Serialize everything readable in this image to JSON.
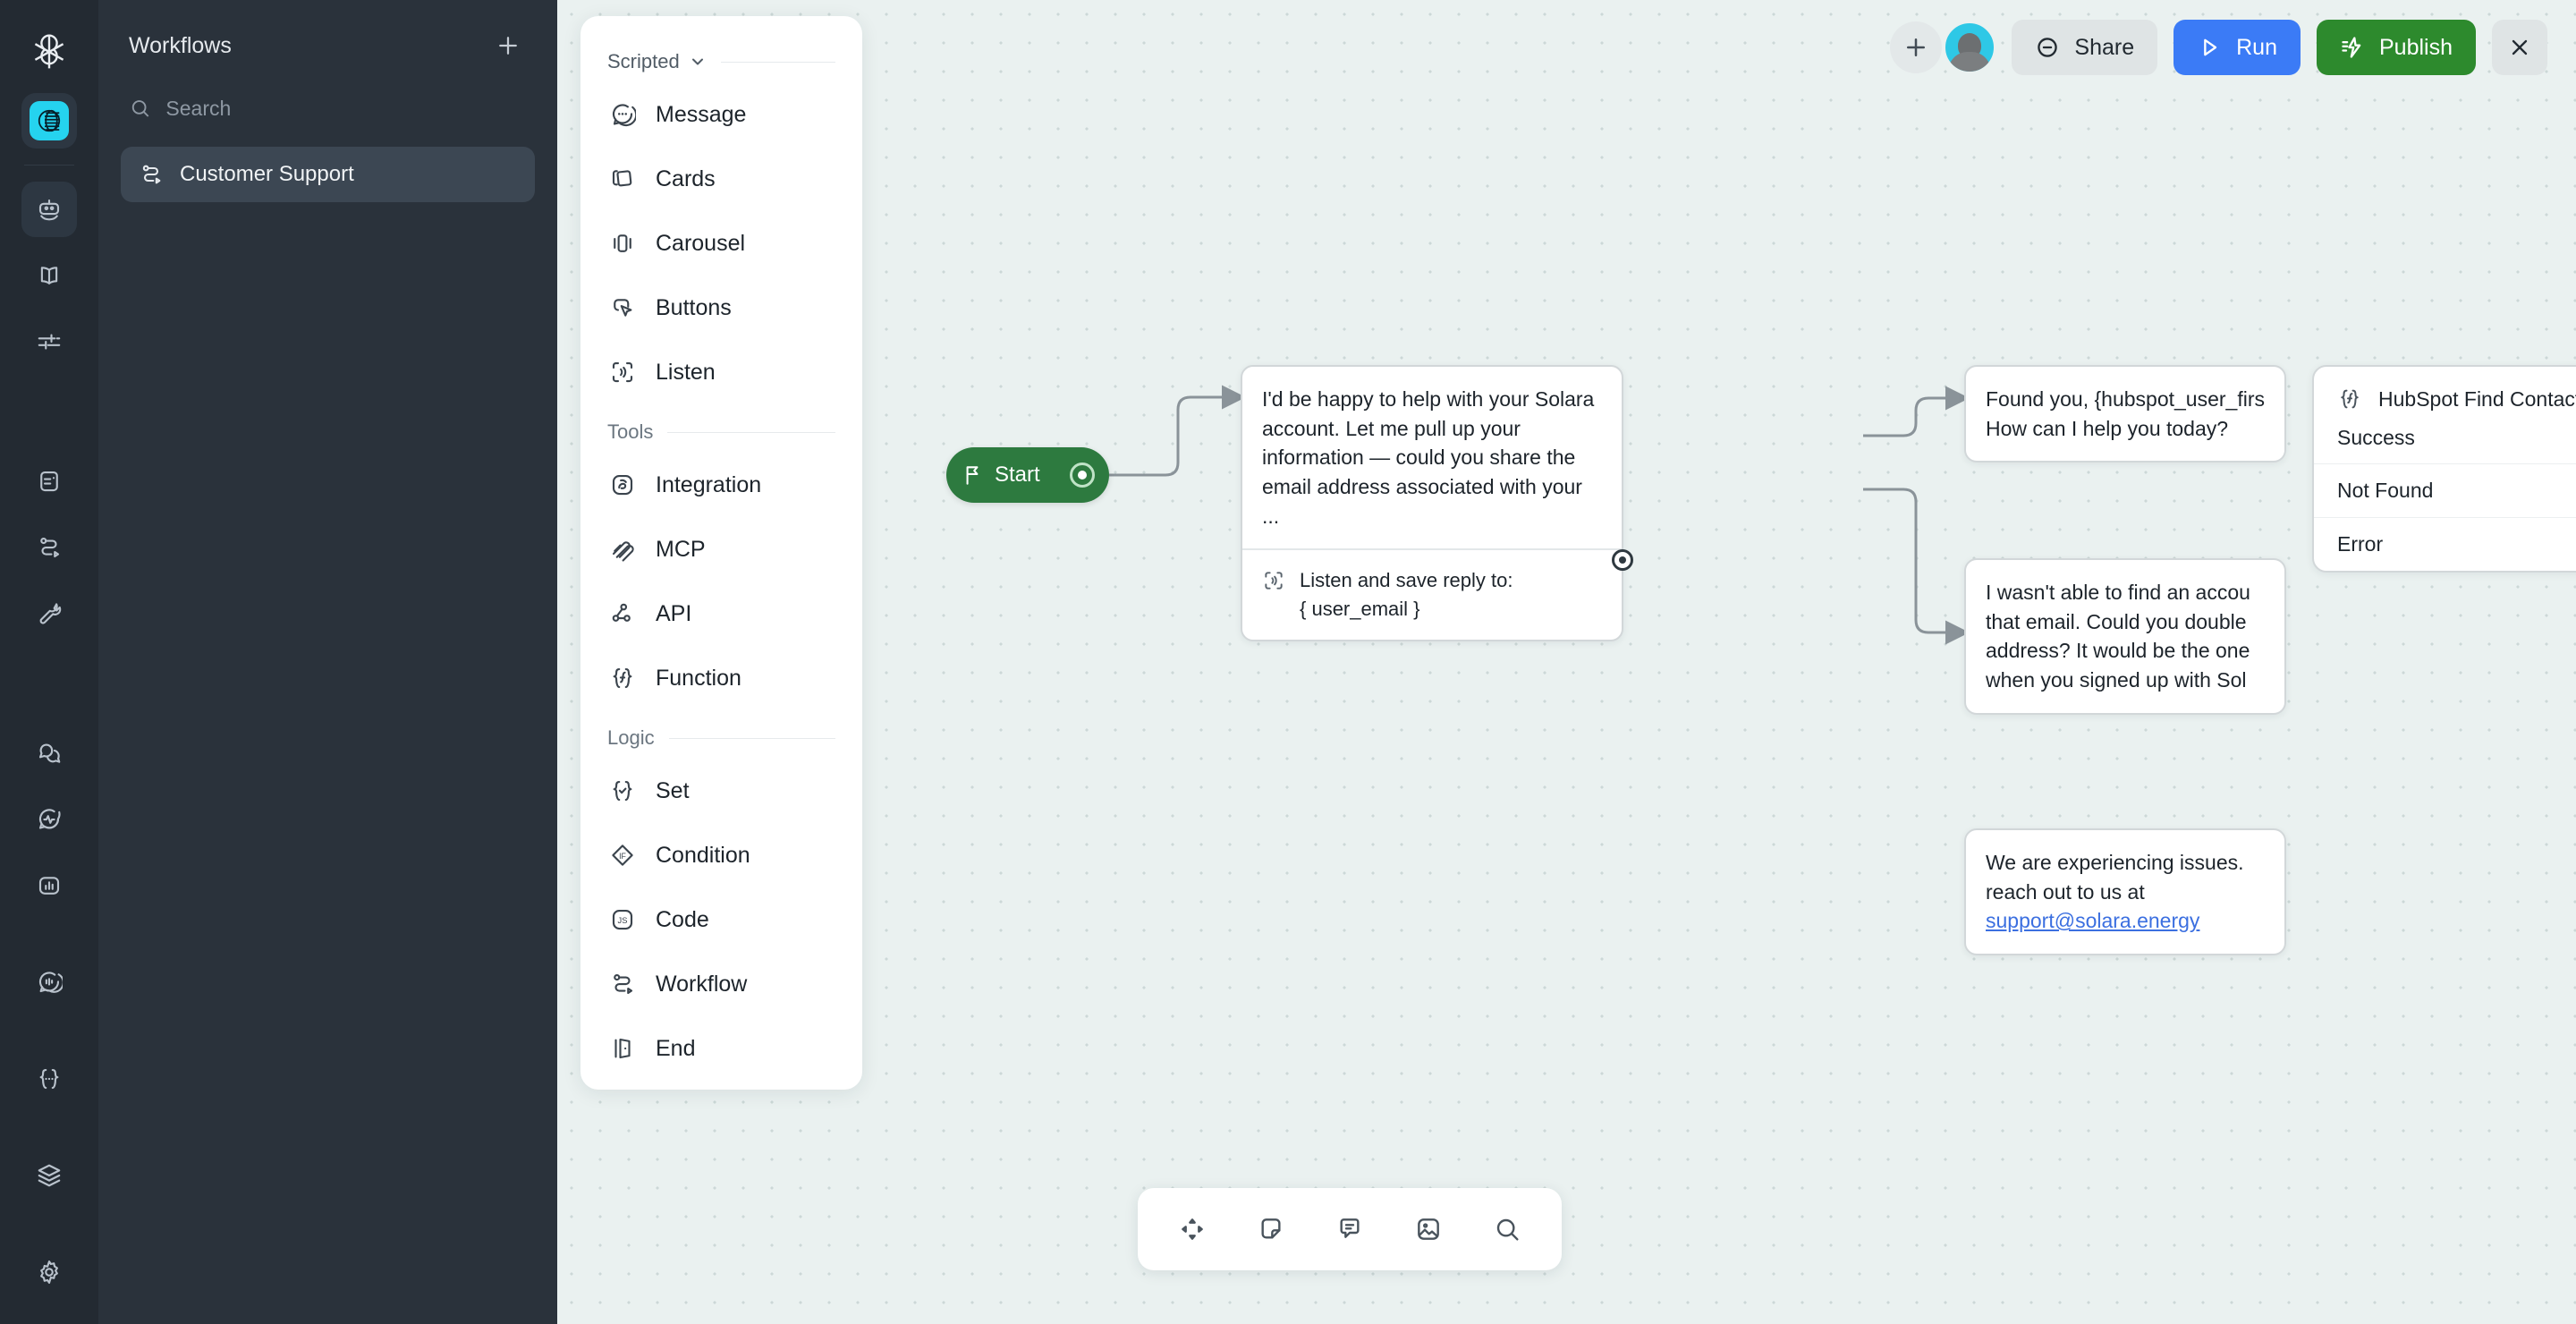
{
  "rail": {
    "logo_icon": "botpress-logo-icon",
    "brand_icon": "workspace-brand-icon",
    "items": [
      {
        "icon": "robot-icon",
        "name": "agent",
        "active": true
      },
      {
        "icon": "book-icon",
        "name": "knowledge-base",
        "active": false
      },
      {
        "icon": "sliders-icon",
        "name": "settings-sliders",
        "active": false
      },
      {
        "icon": "form-icon",
        "name": "tables",
        "active": false
      },
      {
        "icon": "workflow-icon",
        "name": "workflows",
        "active": false
      },
      {
        "icon": "wrench-icon",
        "name": "tools",
        "active": false
      },
      {
        "icon": "chats-icon",
        "name": "conversations",
        "active": false
      },
      {
        "icon": "pulse-chat-icon",
        "name": "activity",
        "active": false
      },
      {
        "icon": "bar-chart-icon",
        "name": "analytics",
        "active": false
      },
      {
        "icon": "voice-chat-icon",
        "name": "voice",
        "active": false
      },
      {
        "icon": "braces-dots-icon",
        "name": "variables",
        "active": false
      },
      {
        "icon": "layers-icon",
        "name": "integrations",
        "active": false
      },
      {
        "icon": "gear-icon",
        "name": "settings",
        "active": false
      }
    ]
  },
  "sidebar": {
    "title": "Workflows",
    "add_icon": "plus-icon",
    "search": {
      "placeholder": "Search",
      "value": "",
      "icon": "search-icon"
    },
    "items": [
      {
        "label": "Customer Support",
        "icon": "workflow-icon",
        "active": true
      }
    ]
  },
  "palette": {
    "groups": [
      {
        "label": "Scripted",
        "collapsible": true,
        "items": [
          {
            "label": "Message",
            "icon": "message-bubble-icon"
          },
          {
            "label": "Cards",
            "icon": "cards-icon"
          },
          {
            "label": "Carousel",
            "icon": "carousel-icon"
          },
          {
            "label": "Buttons",
            "icon": "buttons-cursor-icon"
          },
          {
            "label": "Listen",
            "icon": "listen-icon"
          }
        ]
      },
      {
        "label": "Tools",
        "collapsible": false,
        "items": [
          {
            "label": "Integration",
            "icon": "integration-icon"
          },
          {
            "label": "MCP",
            "icon": "mcp-paperclip-icon"
          },
          {
            "label": "API",
            "icon": "api-nodes-icon"
          },
          {
            "label": "Function",
            "icon": "function-braces-icon"
          }
        ]
      },
      {
        "label": "Logic",
        "collapsible": false,
        "items": [
          {
            "label": "Set",
            "icon": "set-braces-check-icon"
          },
          {
            "label": "Condition",
            "icon": "condition-if-icon"
          },
          {
            "label": "Code",
            "icon": "code-js-icon"
          },
          {
            "label": "Workflow",
            "icon": "workflow-icon"
          },
          {
            "label": "End",
            "icon": "end-door-icon"
          }
        ]
      }
    ]
  },
  "toolbar": {
    "add_label": "",
    "add_icon": "plus-icon",
    "avatar_name": "user-avatar",
    "share_label": "Share",
    "share_icon": "link-icon",
    "run_label": "Run",
    "run_icon": "play-icon",
    "publish_label": "Publish",
    "publish_icon": "lightning-icon",
    "close_icon": "close-icon",
    "colors": {
      "run_bg": "#3b7bf6",
      "publish_bg": "#2d8a2d",
      "neutral_bg": "#dfe4e5"
    }
  },
  "flow": {
    "start": {
      "label": "Start",
      "icon": "flag-icon"
    },
    "message_node": {
      "text": "I'd be happy to help with your Solara account. Let me pull up your information — could you share the email address associated with your ...",
      "listen_label": "Listen and save reply to:",
      "listen_variable": "{ user_email }",
      "listen_icon": "listen-icon"
    },
    "hubspot_node": {
      "title": "HubSpot Find Contact",
      "icon": "function-braces-icon",
      "outputs": [
        "Success",
        "Not Found",
        "Error"
      ]
    },
    "success_node": {
      "text": "Found you, {hubspot_user_firs How can I help you today?"
    },
    "not_found_node": {
      "text": "I wasn't able to find an accou that email. Could you double address? It would be the one when you signed up with Sol"
    },
    "error_node": {
      "text_before": "We are experiencing issues. reach out to us at ",
      "link": "support@solara.energy",
      "link_color": "#3b6fe0"
    }
  },
  "bottombar": {
    "items": [
      {
        "icon": "move-icon",
        "name": "pan-tool"
      },
      {
        "icon": "sticky-note-icon",
        "name": "note-tool"
      },
      {
        "icon": "comment-icon",
        "name": "comment-tool"
      },
      {
        "icon": "image-icon",
        "name": "image-tool"
      },
      {
        "icon": "search-icon",
        "name": "search-tool"
      }
    ]
  }
}
